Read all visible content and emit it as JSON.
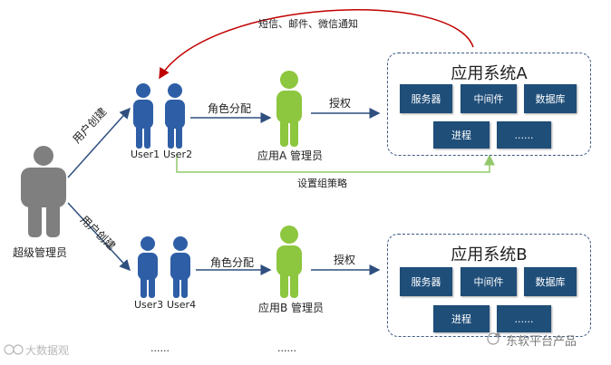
{
  "super_admin": {
    "label": "超级管理员"
  },
  "edges": {
    "notify": "短信、邮件、微信通知",
    "create_top": "用户创建",
    "create_bottom": "用户创建",
    "role_assign_a": "角色分配",
    "role_assign_b": "角色分配",
    "authorize_a": "授权",
    "authorize_b": "授权",
    "group_policy": "设置组策略"
  },
  "users": {
    "user1": "User1",
    "user2": "User2",
    "user3": "User3",
    "user4": "User4"
  },
  "admins": {
    "a": "应用A 管理员",
    "b": "应用B 管理员"
  },
  "system_a": {
    "title": "应用系统A",
    "components": [
      "服务器",
      "中间件",
      "数据库",
      "进程",
      "......"
    ]
  },
  "system_b": {
    "title": "应用系统B",
    "components": [
      "服务器",
      "中间件",
      "数据库",
      "进程",
      "......"
    ]
  },
  "ellipses": {
    "users": "......",
    "admins": "......"
  },
  "watermarks": {
    "left": "大数据观",
    "right": "东软平台产品"
  },
  "colors": {
    "person_gray": "#7f7f7f",
    "person_blue": "#2e5ea6",
    "person_green": "#8dc63f",
    "component_fill": "#1f4e79",
    "arrow_blue": "#2f4f7f",
    "arrow_red": "#c00000",
    "arrow_green": "#92c86b"
  }
}
